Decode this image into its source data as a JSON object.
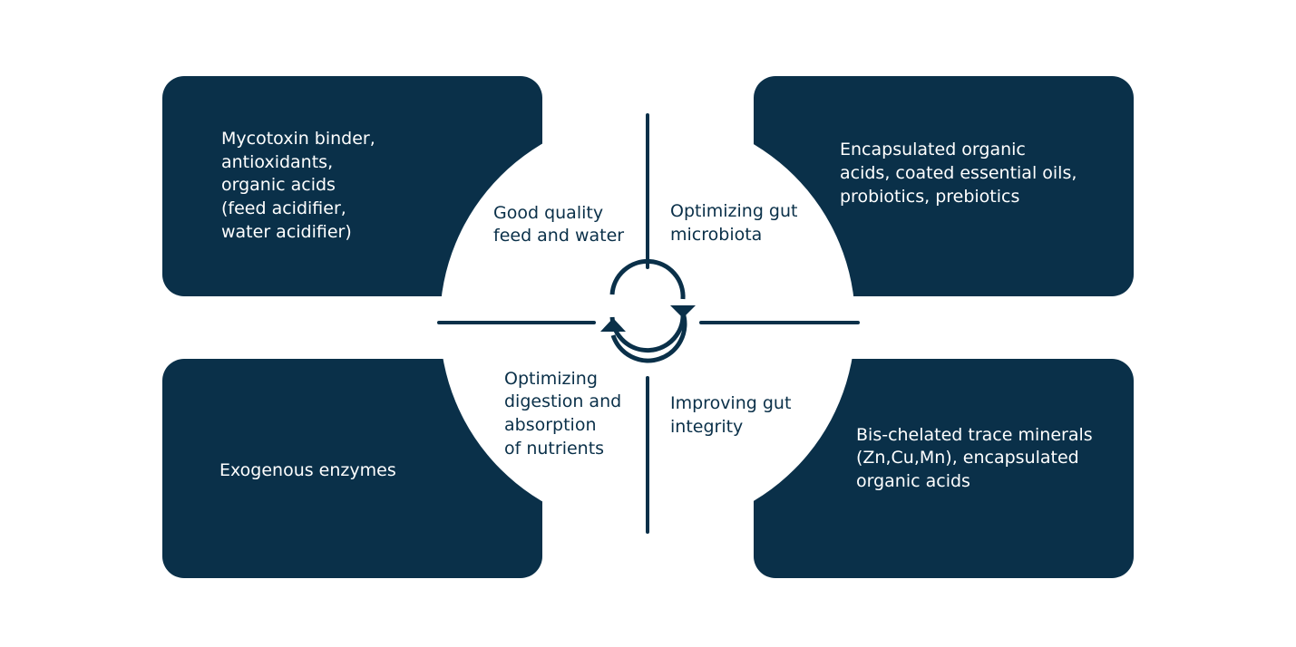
{
  "colors": {
    "primary": "#0a3049",
    "background": "#ffffff"
  },
  "boxes": {
    "top_left": [
      "Mycotoxin binder,",
      "antioxidants,",
      "organic acids",
      "(feed acidifier,",
      "water acidifier)"
    ],
    "top_right": [
      "Encapsulated organic",
      "acids, coated essential oils,",
      "probiotics, prebiotics"
    ],
    "bottom_left": [
      "Exogenous enzymes"
    ],
    "bottom_right": [
      "Bis-chelated trace minerals",
      "(Zn,Cu,Mn), encapsulated",
      "organic acids"
    ]
  },
  "quadrants": {
    "top_left": [
      "Good quality",
      "feed and water"
    ],
    "top_right": [
      "Optimizing gut",
      "microbiota"
    ],
    "bottom_left": [
      "Optimizing",
      "digestion and",
      "absorption",
      "of nutrients"
    ],
    "bottom_right": [
      "Improving gut",
      "integrity"
    ]
  },
  "center_icon": "cycle-arrows-icon"
}
